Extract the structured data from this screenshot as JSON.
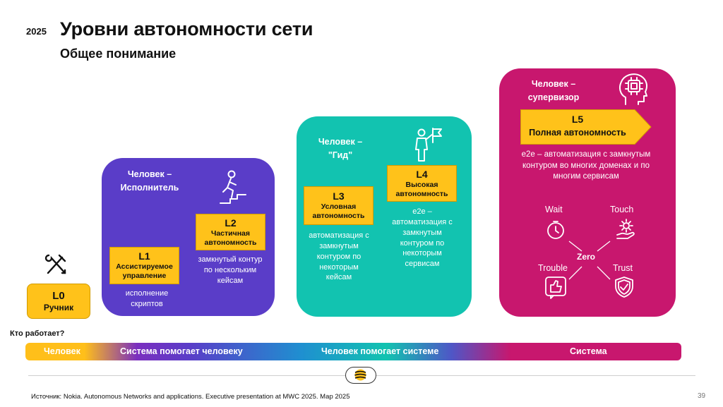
{
  "header": {
    "year": "2025",
    "title": "Уровни автономности сети",
    "subtitle": "Общее понимание"
  },
  "levels": {
    "l0": {
      "code": "L0",
      "name": "Ручник"
    },
    "l1": {
      "code": "L1",
      "name": "Ассистируемое управление",
      "desc": "исполнение скриптов"
    },
    "l2": {
      "code": "L2",
      "name": "Частичная автономность",
      "desc": "замкнутый контур по нескольким кейсам"
    },
    "l3": {
      "code": "L3",
      "name": "Условная автономность",
      "desc": "автоматизация с замкнутым контуром по некоторым кейсам"
    },
    "l4": {
      "code": "L4",
      "name": "Высокая автономность",
      "desc": "e2e – автоматизация с замкнутым контуром по некоторым сервисам"
    },
    "l5": {
      "code": "L5",
      "name": "Полная автономность",
      "desc": "e2e – автоматизация с замкнутым контуром во многих доменах и по многим сервисам"
    }
  },
  "roles": {
    "executor": "Человек – Исполнитель",
    "guide": "Человек – \"Гид\"",
    "supervisor": "Человек – супервизор"
  },
  "zero_touch": {
    "wait": "Wait",
    "touch": "Touch",
    "zero": "Zero",
    "trouble": "Trouble",
    "trust": "Trust"
  },
  "timeline": {
    "question": "Кто работает?",
    "segments": [
      "Человек",
      "Система помогает человеку",
      "Человек помогает системе",
      "Система"
    ]
  },
  "footer": {
    "source": "Источник: Nokia. Autonomous Networks and applications. Executive presentation at MWC 2025. Мар 2025",
    "page": "39"
  },
  "colors": {
    "yellow": "#ffc21a",
    "purple": "#5a3dc8",
    "teal": "#12c3b0",
    "magenta": "#c8176e"
  },
  "icons": [
    "tools-icon",
    "stairs-walker-icon",
    "person-flag-icon",
    "ai-head-icon",
    "stopwatch-icon",
    "gear-hand-icon",
    "thumbs-up-icon",
    "shield-check-icon",
    "beeline-logo-icon"
  ]
}
